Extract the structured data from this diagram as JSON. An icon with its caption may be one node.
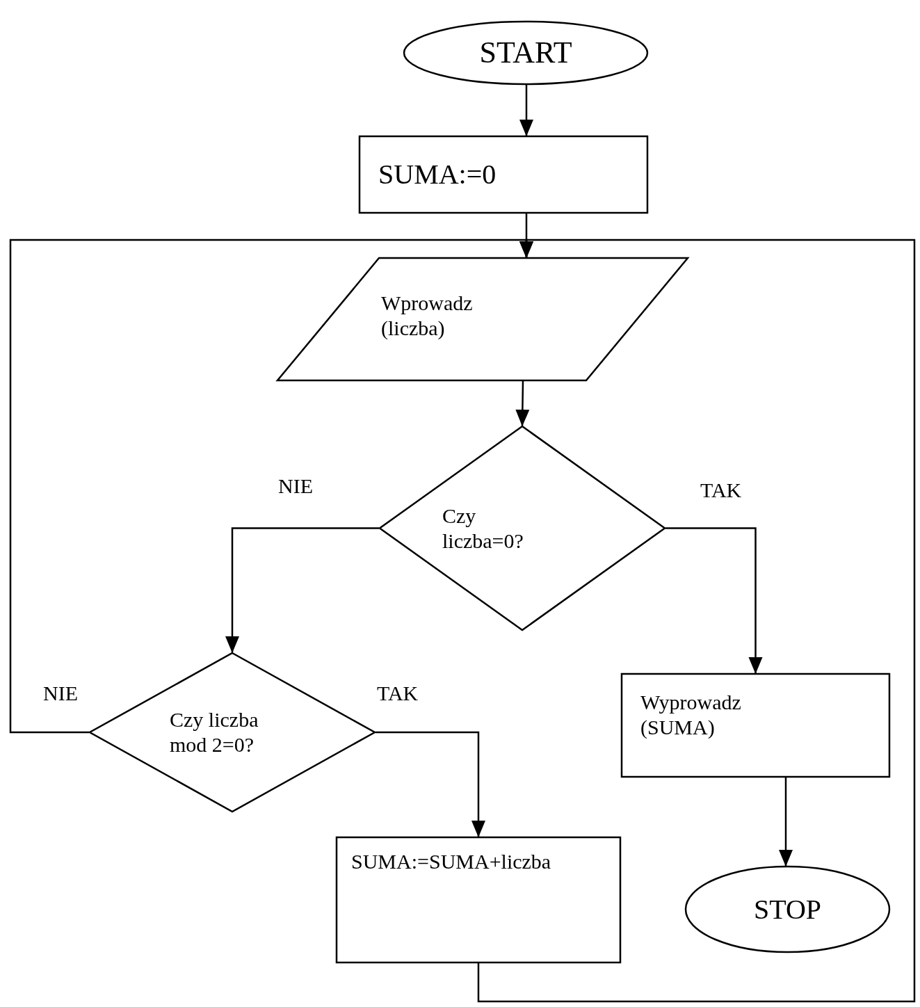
{
  "diagram": {
    "nodes": [
      {
        "text": [
          "START"
        ]
      },
      {
        "text": [
          "SUMA:=0"
        ]
      },
      {
        "text": [
          "Wprowadz (liczba)"
        ]
      },
      {
        "text": [
          "Czy liczba=0?"
        ]
      },
      {
        "text": [
          "Czy liczba mod 2=0?"
        ]
      },
      {
        "text": [
          "Wyprowadz (SUMA)"
        ]
      },
      {
        "text": [
          "STOP"
        ]
      },
      {
        "text": [
          "SUMA:=SUMA+liczba"
        ]
      }
    ],
    "edges": [
      {
        "from": 0,
        "to": 1,
        "arrow": "to"
      },
      {
        "from": 1,
        "to": 2,
        "arrow": "to"
      },
      {
        "from": 2,
        "to": 3,
        "arrow": "to"
      },
      {
        "from": 3,
        "to": 4,
        "arrow": "to",
        "label": "NIE"
      },
      {
        "from": 3,
        "to": 5,
        "arrow": "to",
        "label": "TAK"
      },
      {
        "from": 4,
        "to": 2,
        "arrow": "to",
        "label": "NIE"
      },
      {
        "from": 4,
        "to": 7,
        "arrow": "to",
        "label": "TAK"
      },
      {
        "from": 5,
        "to": 6,
        "arrow": "to"
      },
      {
        "from": 7,
        "to": 2,
        "arrow": "to"
      }
    ]
  }
}
